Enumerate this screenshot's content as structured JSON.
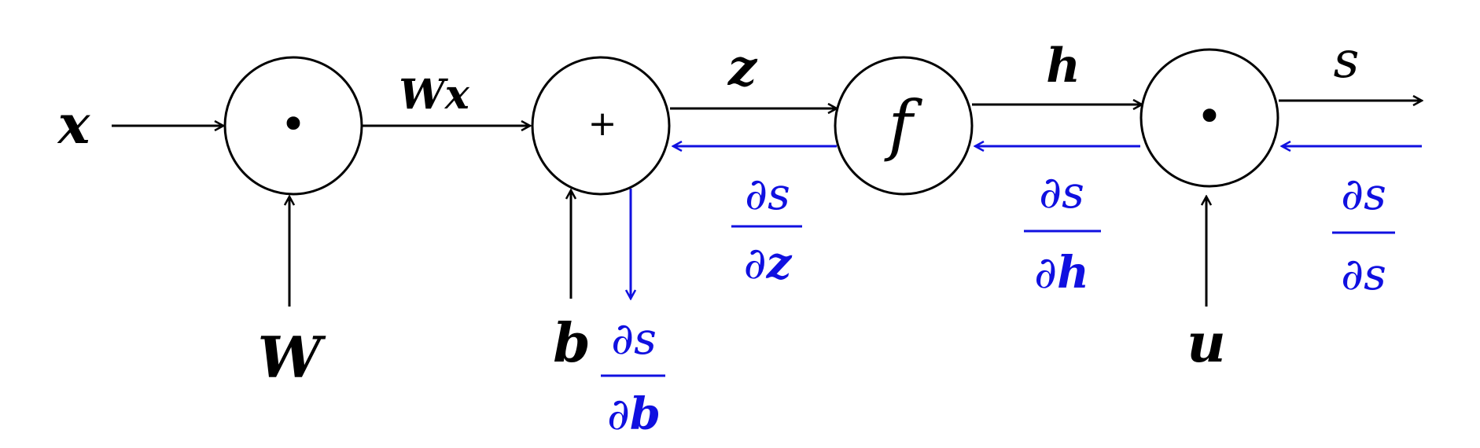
{
  "nodes": {
    "mul1": {
      "symbol": "•"
    },
    "add": {
      "symbol": "+"
    },
    "func": {
      "symbol": "f"
    },
    "mul2": {
      "symbol": "•"
    }
  },
  "forward_labels": {
    "x": "x",
    "W": "W",
    "Wx": "Wx",
    "b": "b",
    "z": "z",
    "h": "h",
    "u": "u",
    "s": "s"
  },
  "gradients": {
    "ds_dz": {
      "numerator": "∂s",
      "denominator_partial": "∂",
      "denominator_var": "z"
    },
    "ds_dh": {
      "numerator": "∂s",
      "denominator_partial": "∂",
      "denominator_var": "h"
    },
    "ds_ds": {
      "numerator": "∂s",
      "denominator_partial": "∂",
      "denominator_var": "s"
    },
    "ds_db": {
      "numerator": "∂s",
      "denominator_partial": "∂",
      "denominator_var": "b"
    }
  },
  "colors": {
    "forward": "#000000",
    "backward": "#1010e0"
  }
}
